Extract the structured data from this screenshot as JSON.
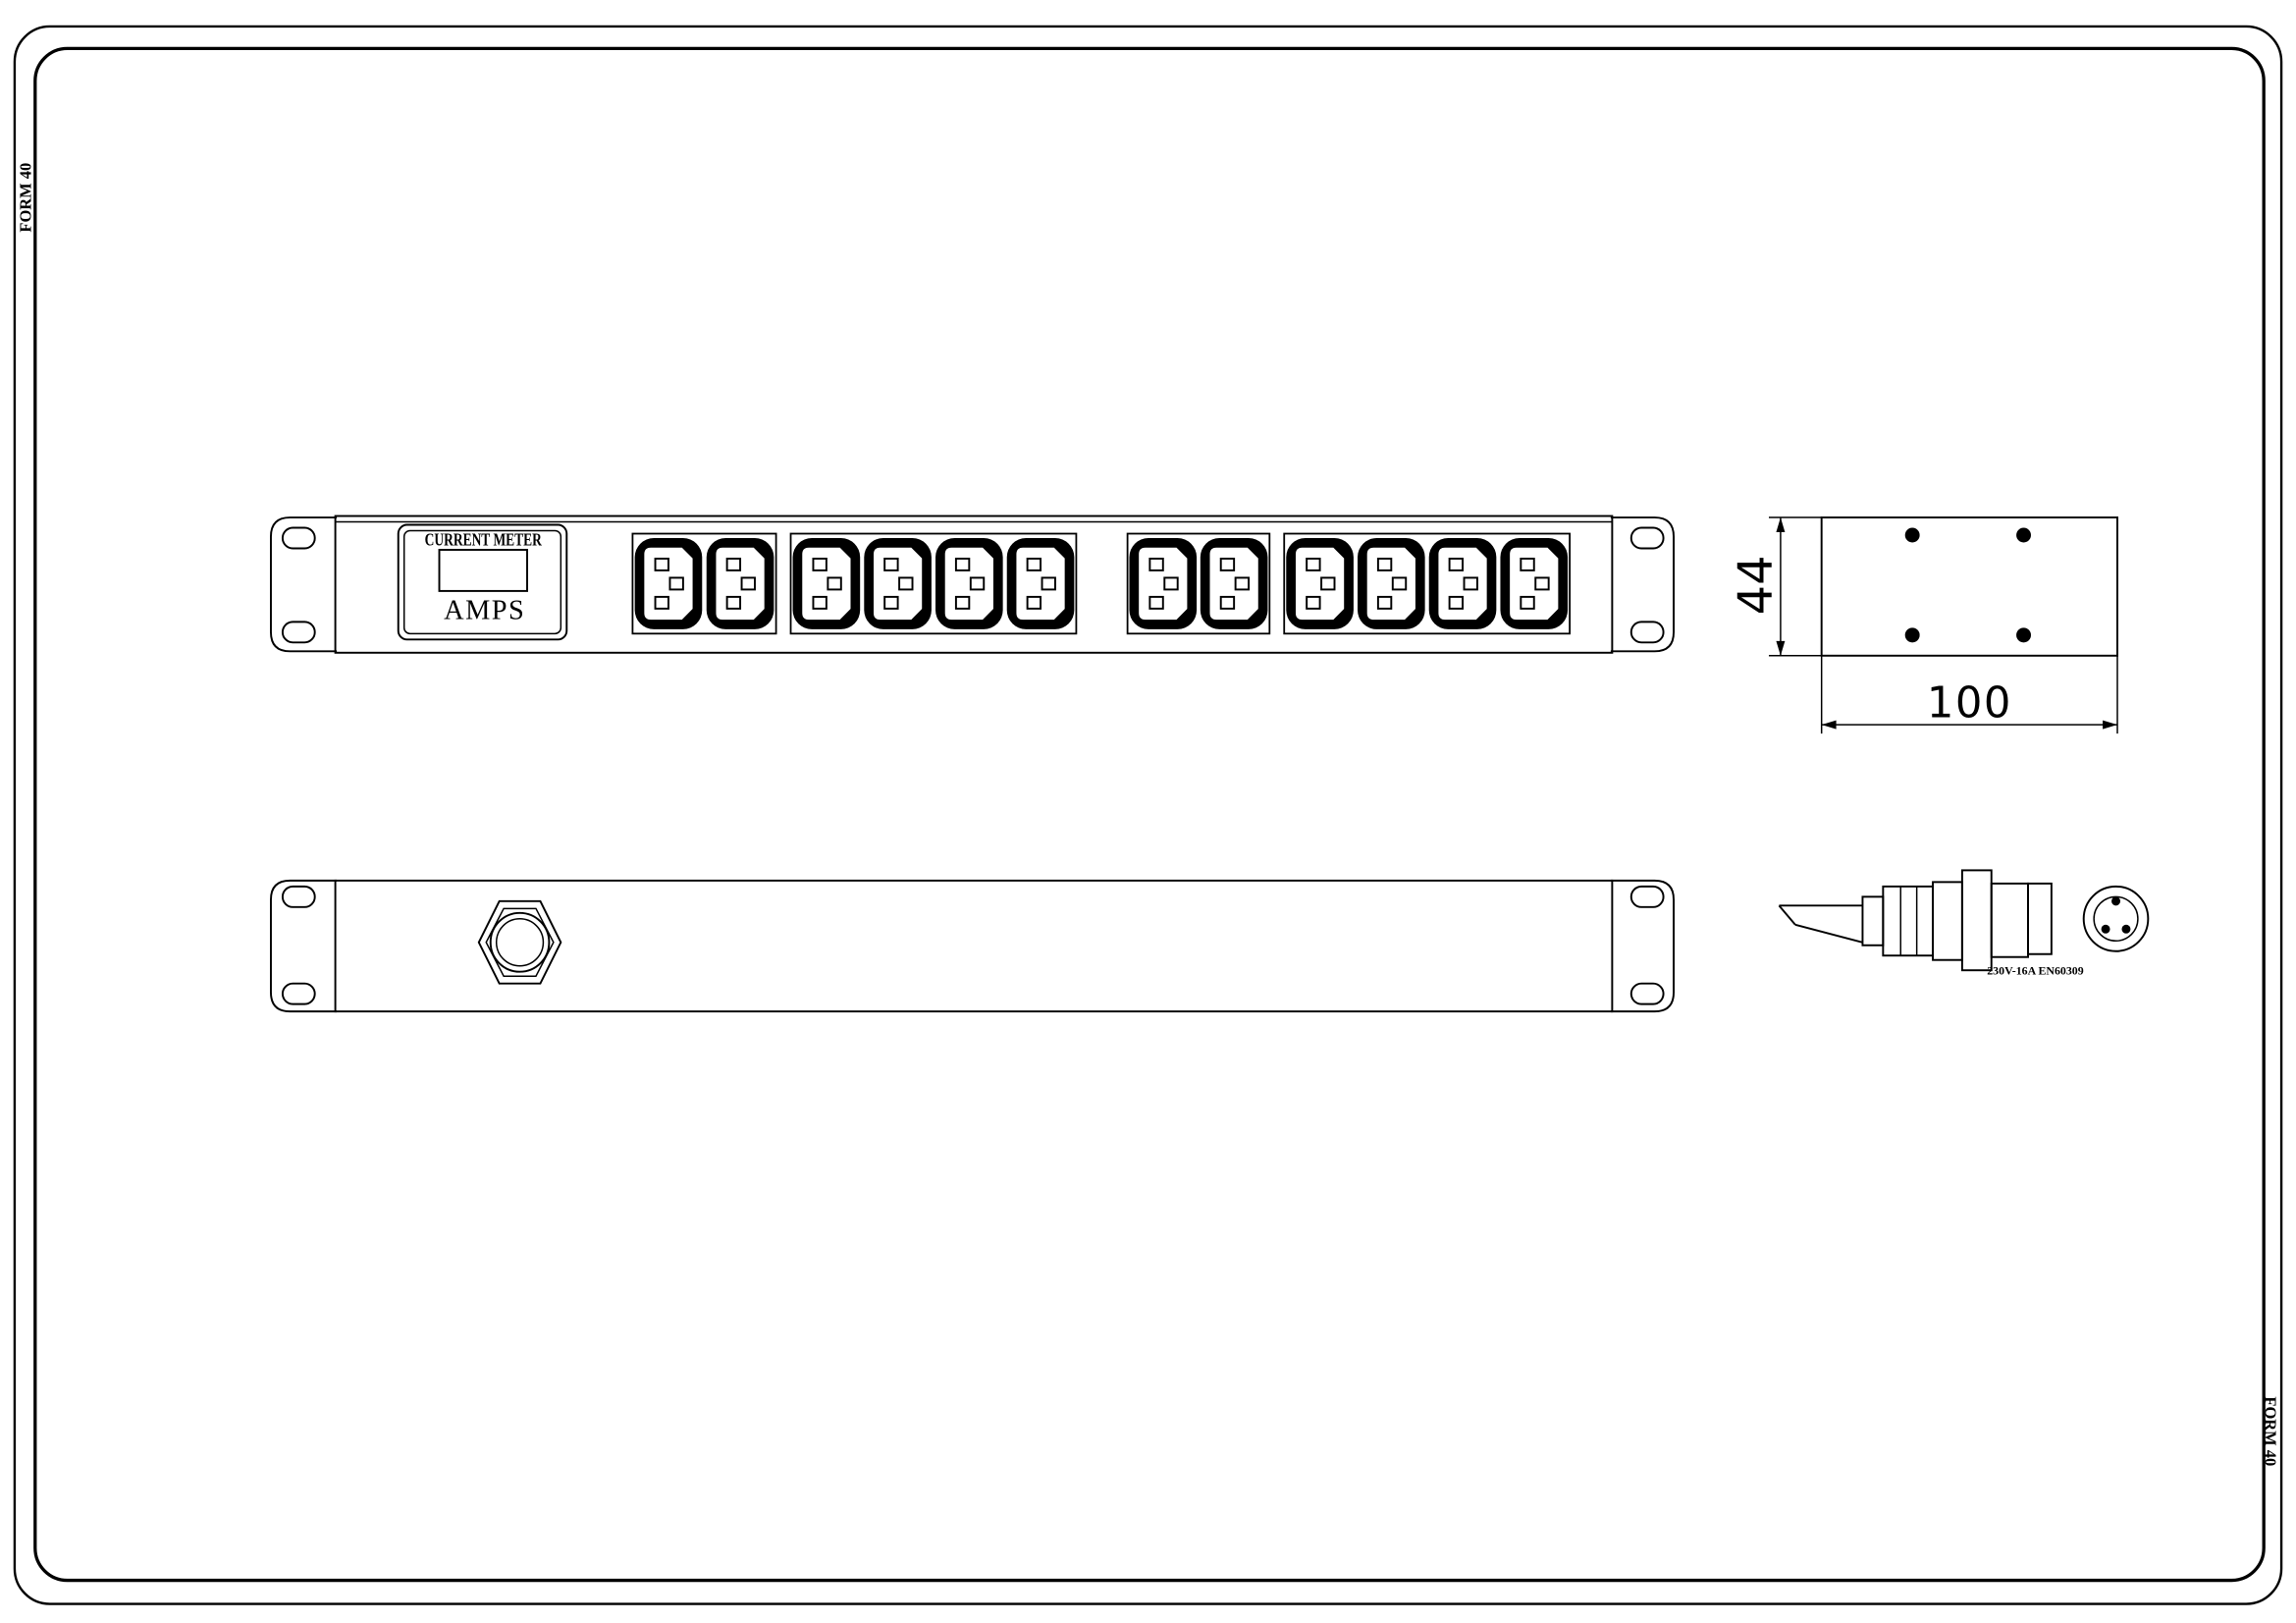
{
  "form_label_left": "FORM 40",
  "form_label_right": "FORM 40",
  "meter": {
    "title": "CURRENT METER",
    "unit": "AMPS"
  },
  "dimensions": {
    "height": "44",
    "depth": "100"
  },
  "plug_label": "230V-16A EN60309"
}
